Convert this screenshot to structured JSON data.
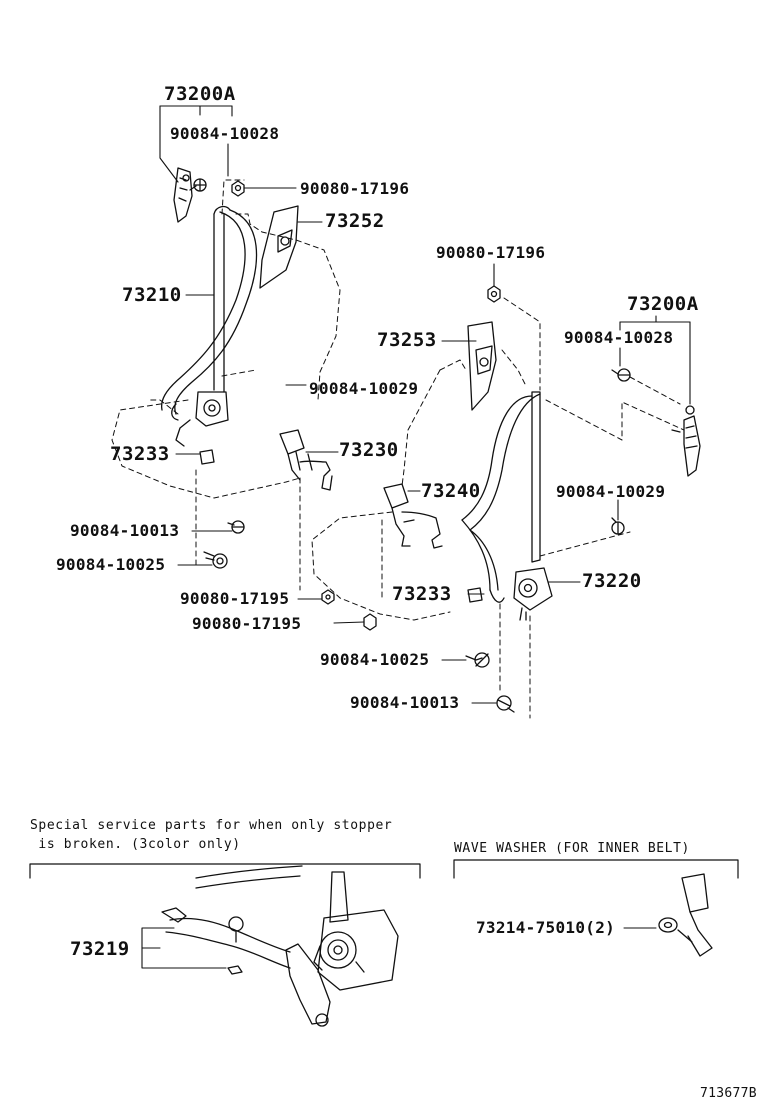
{
  "labels": {
    "assy_left": "73200A",
    "bolt_left_top": "90084-10028",
    "nut_left_top": "90080-17196",
    "cover_left": "73252",
    "belt_left": "73210",
    "bolt_left_mid": "90084-10029",
    "stopper_left": "73233",
    "buckle_left": "73230",
    "bolt_left_1": "90084-10013",
    "bolt_left_2": "90084-10025",
    "nut_low_1": "90080-17195",
    "nut_low_2": "90080-17195",
    "nut_right_top": "90080-17196",
    "assy_right": "73200A",
    "bolt_right_top": "90084-10028",
    "cover_right": "73253",
    "buckle_right": "73240",
    "bolt_right_mid": "90084-10029",
    "stopper_right": "73233",
    "retractor_right": "73220",
    "bolt_right_1": "90084-10025",
    "bolt_right_2": "90084-10013",
    "special_note_line1": "Special service parts for when only stopper",
    "special_note_line2": " is broken. (3color only)",
    "stopper_kit": "73219",
    "wave_washer_title": "WAVE WASHER (FOR INNER BELT)",
    "wave_washer_part": "73214-75010(2)",
    "diagram_code": "713677B"
  },
  "colors": {
    "ink": "#111111",
    "background": "#ffffff"
  }
}
